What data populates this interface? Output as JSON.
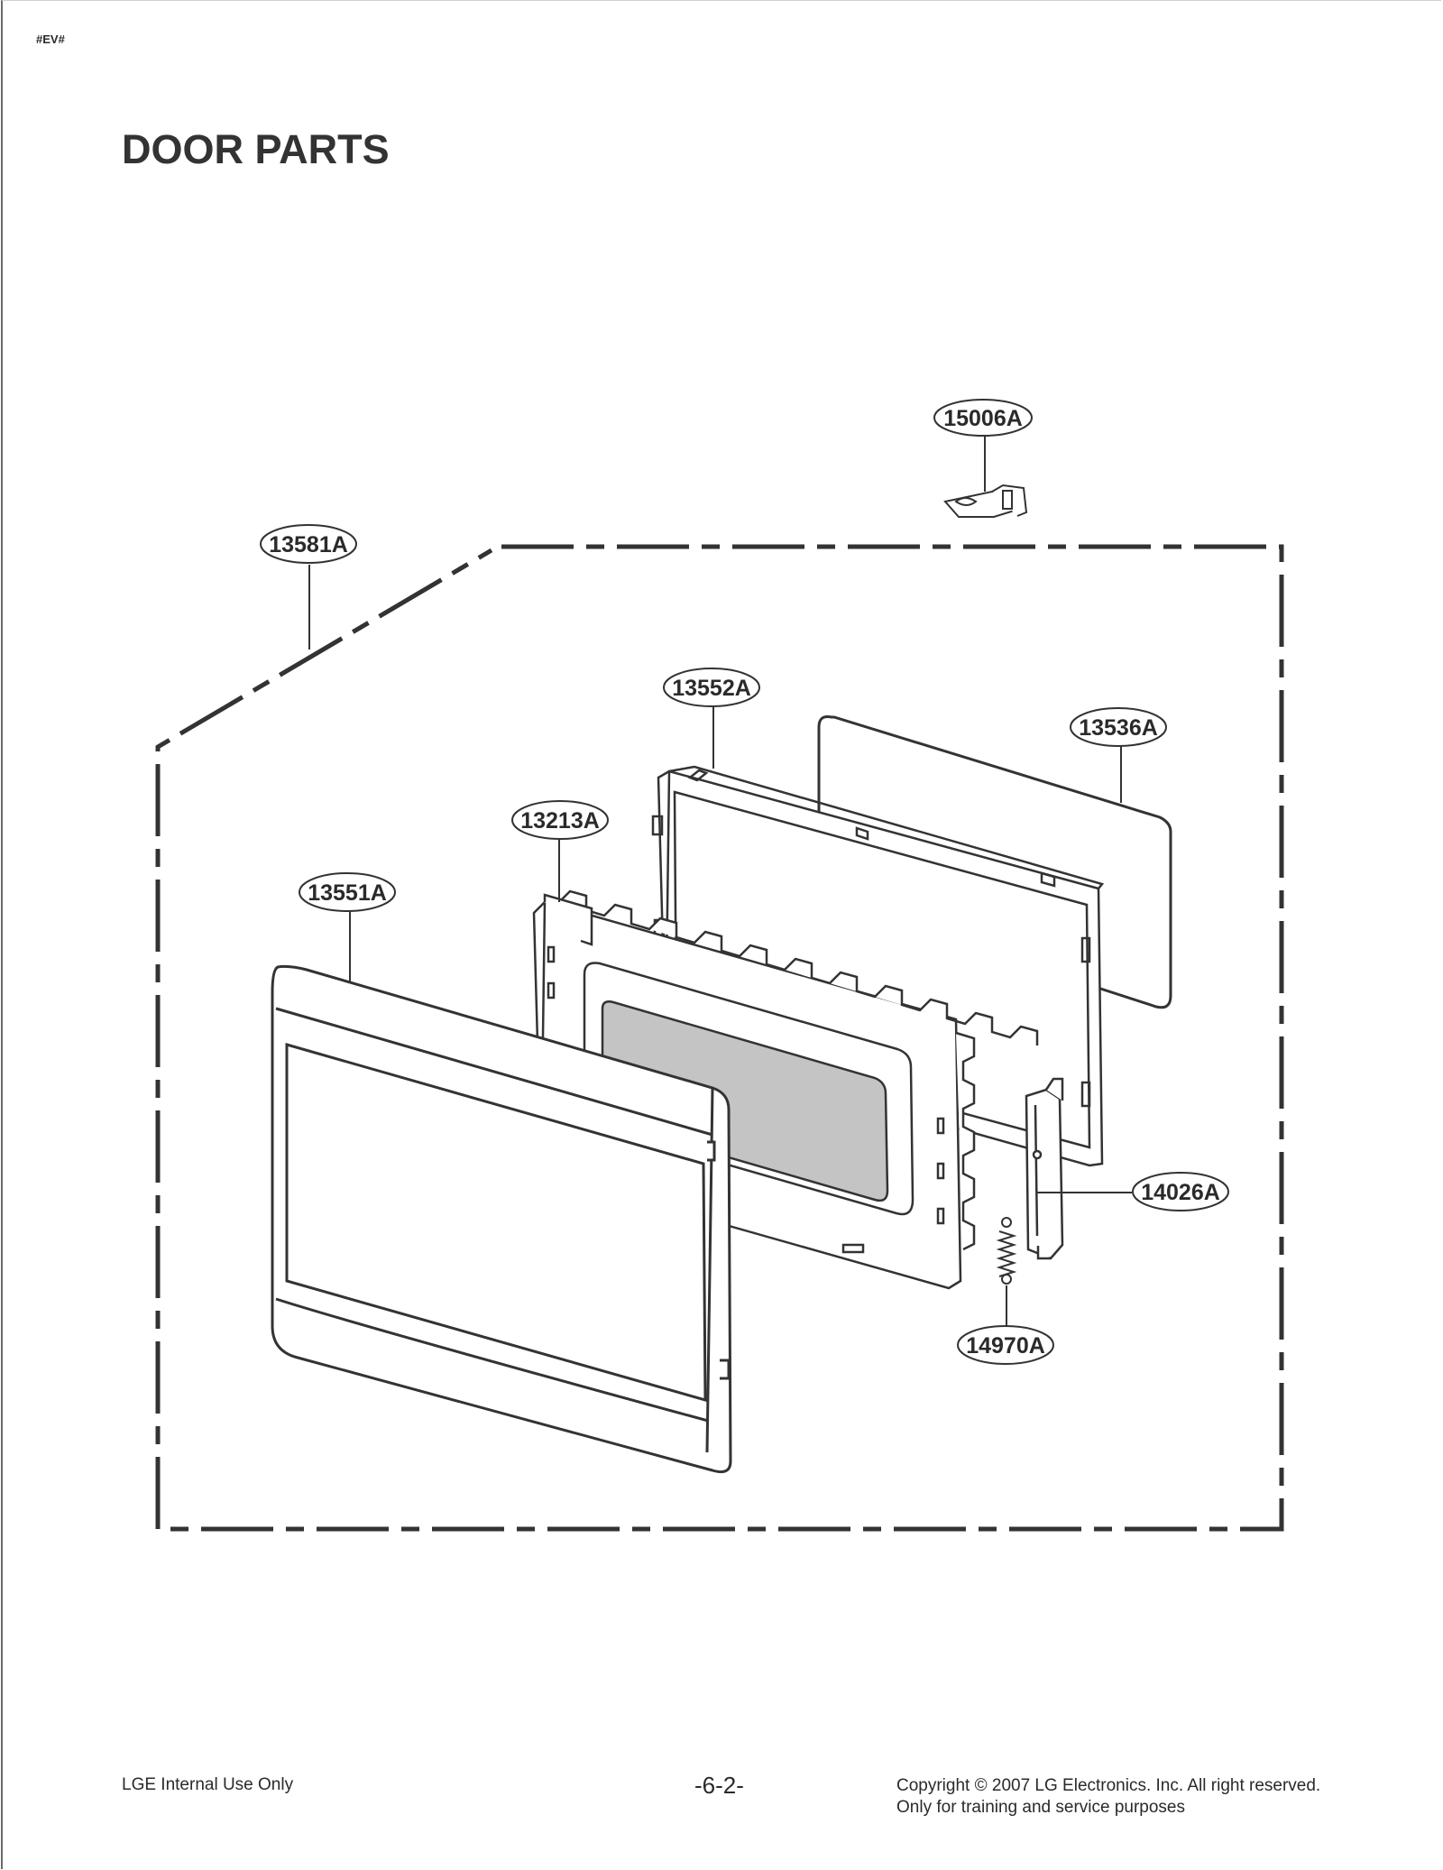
{
  "header": {
    "tag": "#EV#",
    "title": "DOOR PARTS"
  },
  "callouts": {
    "p15006A": "15006A",
    "p13581A": "13581A",
    "p13552A": "13552A",
    "p13536A": "13536A",
    "p13213A": "13213A",
    "p13551A": "13551A",
    "p14026A": "14026A",
    "p14970A": "14970A"
  },
  "footer": {
    "left": "LGE Internal Use Only",
    "page": "-6-2-",
    "copyright": "Copyright © 2007 LG Electronics. Inc. All right reserved.",
    "note": "Only for training and service purposes"
  }
}
